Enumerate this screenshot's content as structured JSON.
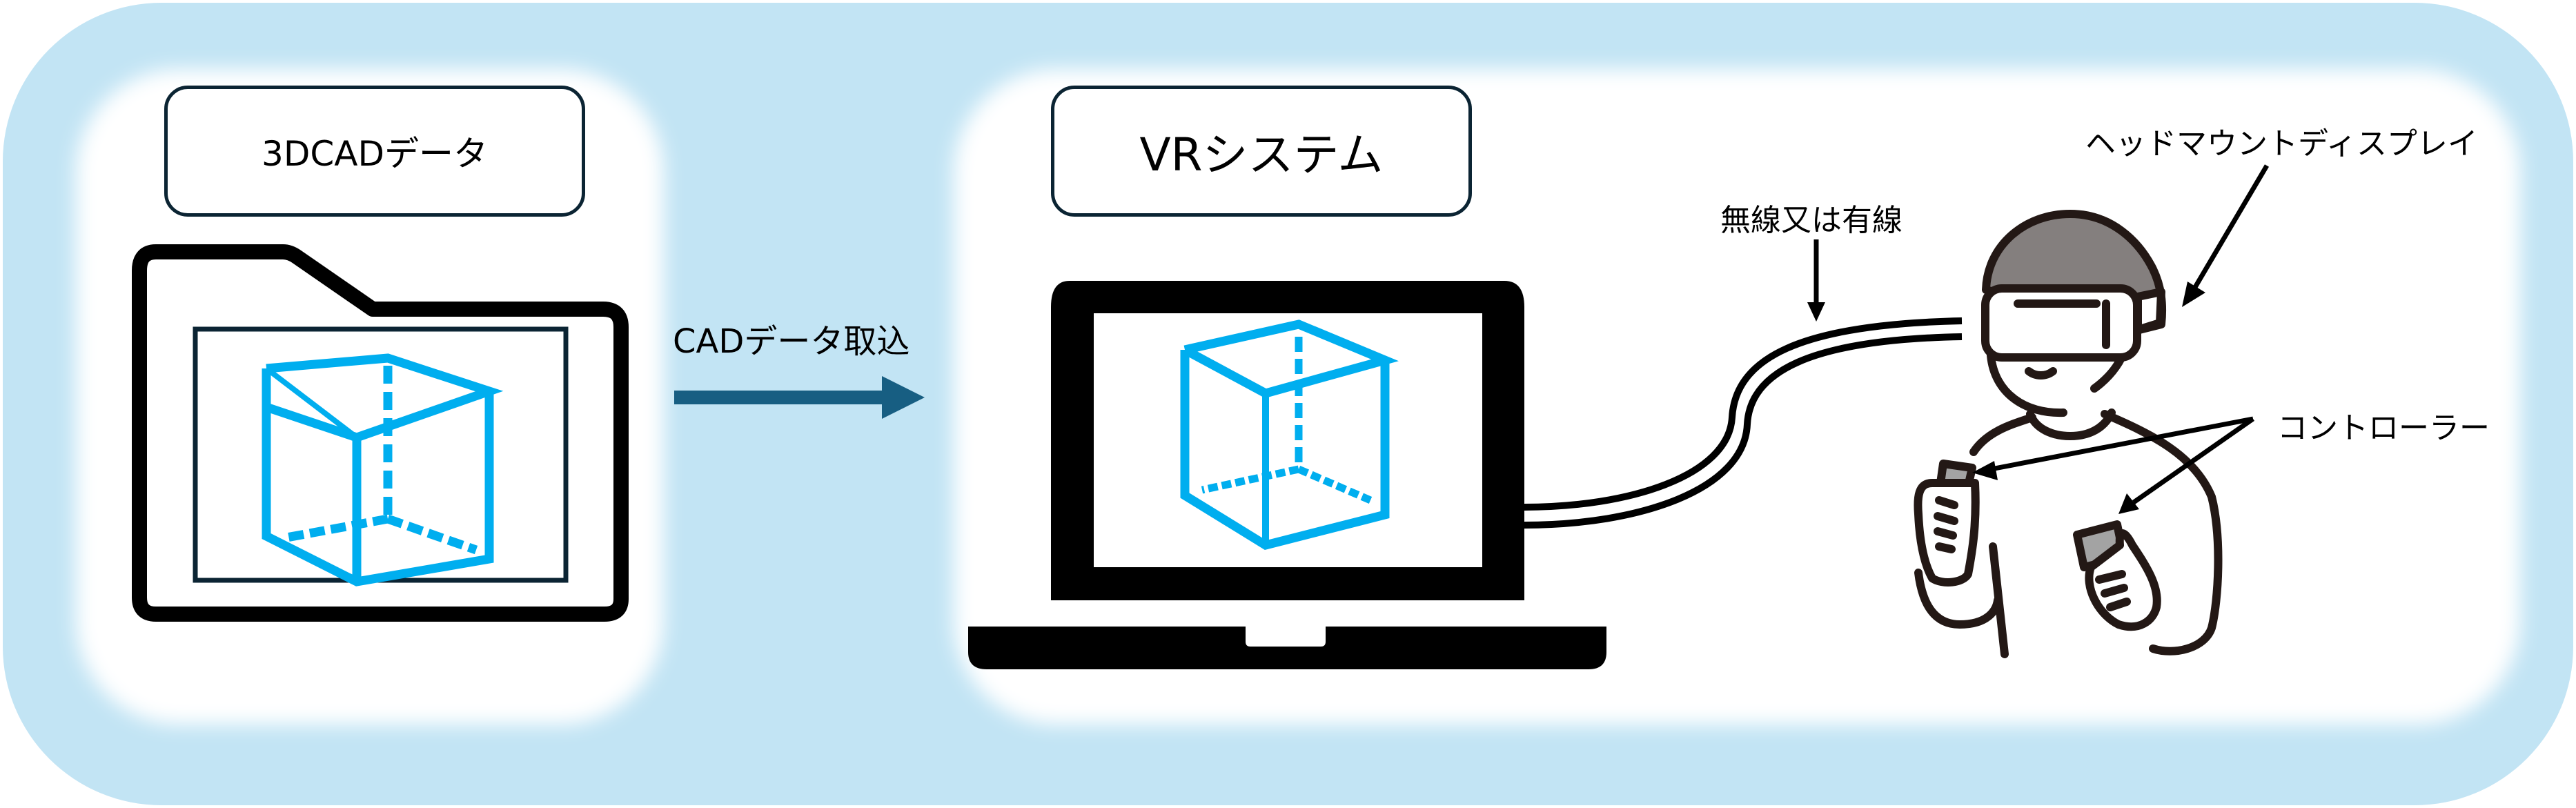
{
  "colors": {
    "background_band": "#C2E4F4",
    "panel": "#FFFFFF",
    "cube": "#00AEEF",
    "flow_arrow": "#175E82",
    "outline": "#231815",
    "label_border": "#0B2433",
    "hair": "#847F7E",
    "controller": "#A3A3A3"
  },
  "left_panel": {
    "title": "3DCADデータ",
    "icon": "folder-icon",
    "content_icon": "cube-wireframe-icon"
  },
  "flow": {
    "label": "CADデータ取込",
    "icon": "arrow-right-icon"
  },
  "right_panel": {
    "title": "VRシステム",
    "device_icon": "laptop-icon",
    "screen_icon": "cube-wireframe-icon"
  },
  "annotations": {
    "connection": "無線又は有線",
    "hmd": "ヘッドマウントディスプレイ",
    "controller": "コントローラー"
  }
}
